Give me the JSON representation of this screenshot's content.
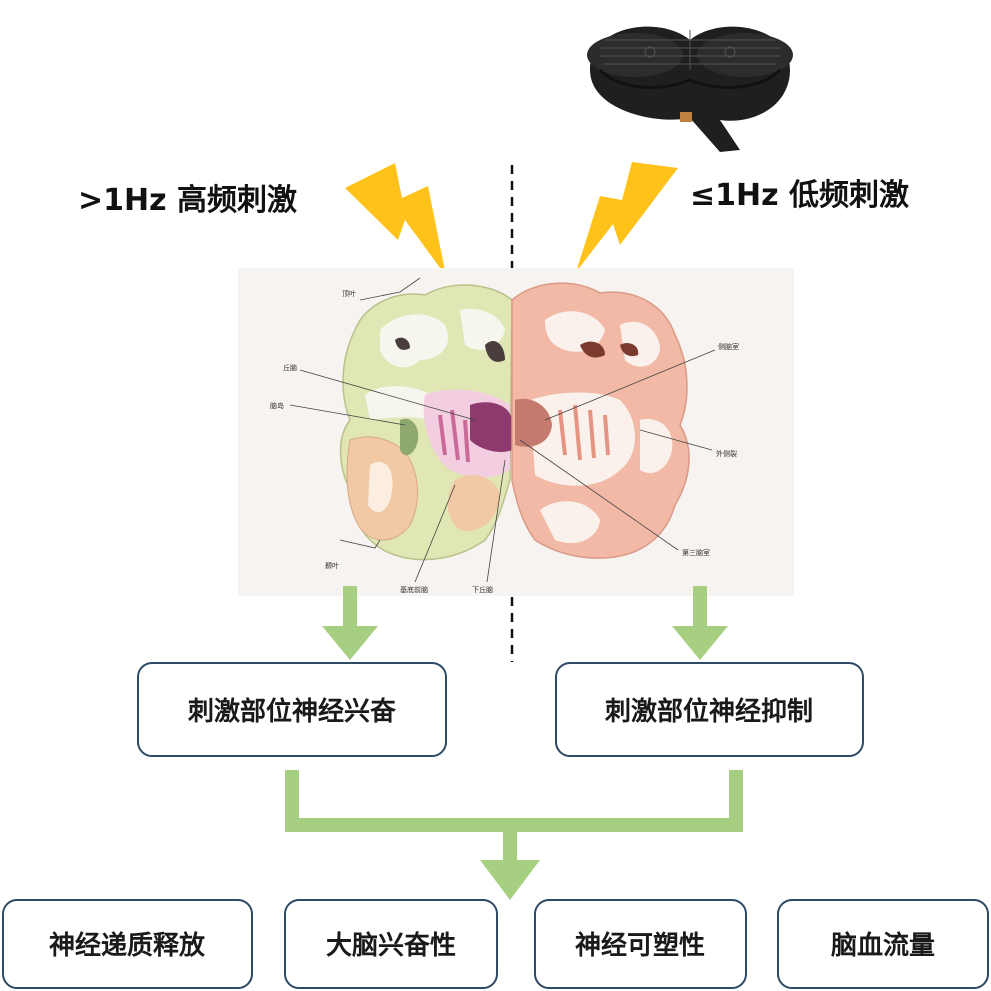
{
  "stimulation": {
    "high": {
      "label": ">1Hz 高频刺激",
      "effect": "刺激部位神经兴奋"
    },
    "low": {
      "label": "≤1Hz 低频刺激",
      "effect": "刺激部位神经抑制"
    }
  },
  "brain_labels": {
    "parietal": "顶叶",
    "thalamus": "丘脑",
    "insula": "脑岛",
    "temporal": "颞叶",
    "basal_forebrain": "基底前脑",
    "hypothalamus": "下丘脑",
    "lateral_ventricle": "侧脑室",
    "lateral_fissure": "外侧裂",
    "third_ventricle": "第三脑室"
  },
  "outcomes": [
    "神经递质释放",
    "大脑兴奋性",
    "神经可塑性",
    "脑血流量"
  ],
  "colors": {
    "bolt": "#ffc21a",
    "arrow": "#a7cf82",
    "box_border": "#2e4a66",
    "left_cortex": "#dfe7b4",
    "right_cortex": "#f2b9a6",
    "coil": "#1f1f1f"
  }
}
